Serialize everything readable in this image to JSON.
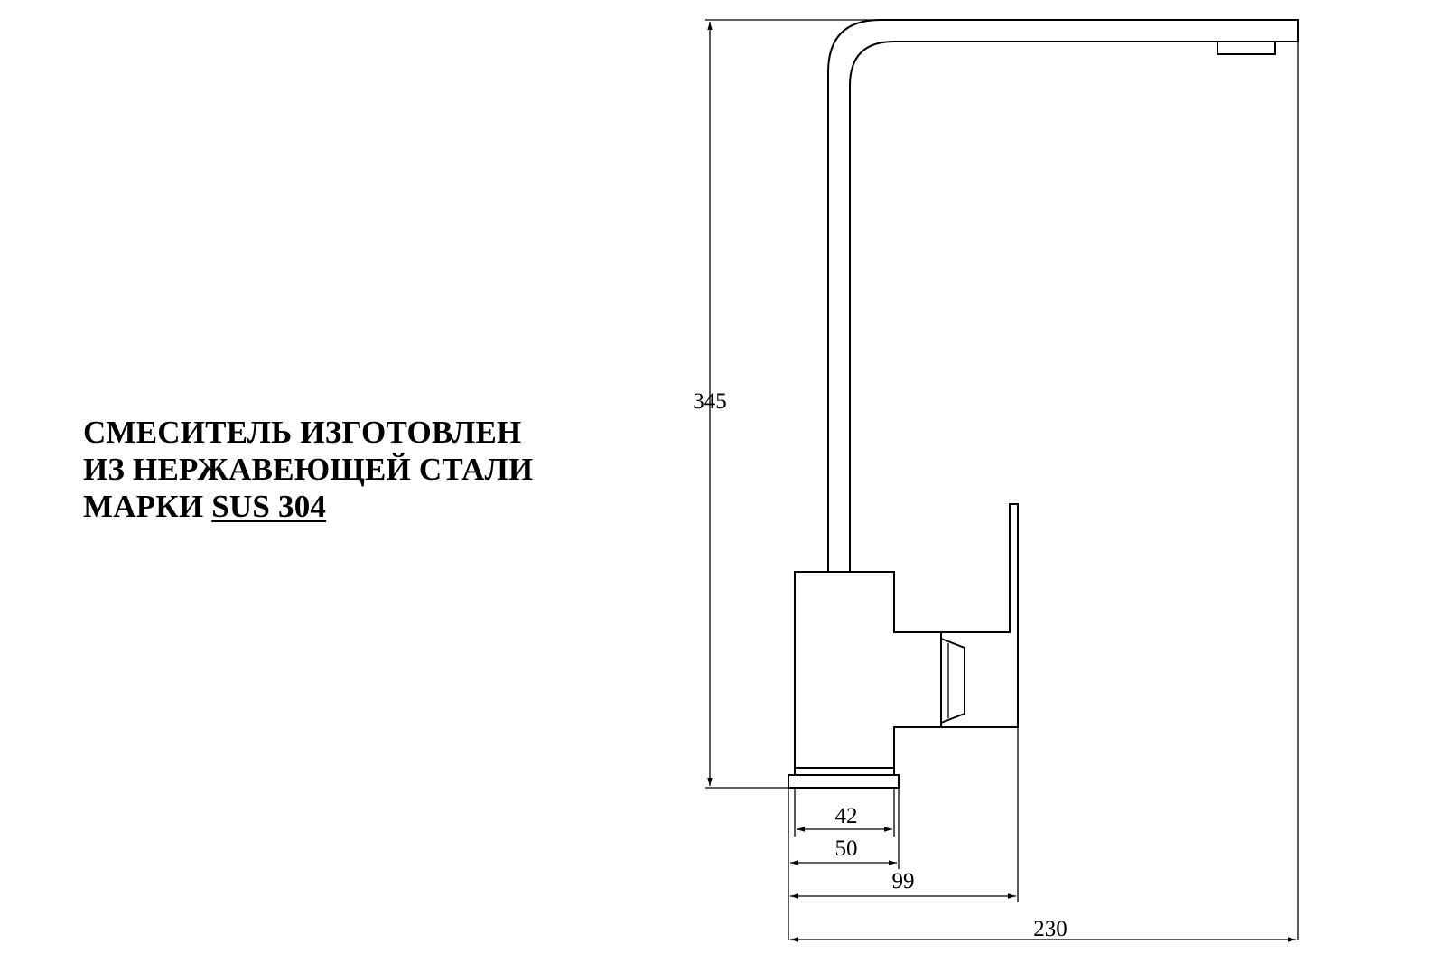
{
  "note": {
    "line1": "СМЕСИТЕЛЬ ИЗГОТОВЛЕН",
    "line2": "ИЗ НЕРЖАВЕЮЩЕЙ СТАЛИ",
    "line3_prefix": "МАРКИ",
    "line3_grade": "SUS 304"
  },
  "dimensions": {
    "height": "345",
    "base_inner": "42",
    "base_outer": "50",
    "body_depth": "99",
    "total_reach": "230"
  },
  "colors": {
    "line": "#000000",
    "background": "#ffffff"
  }
}
